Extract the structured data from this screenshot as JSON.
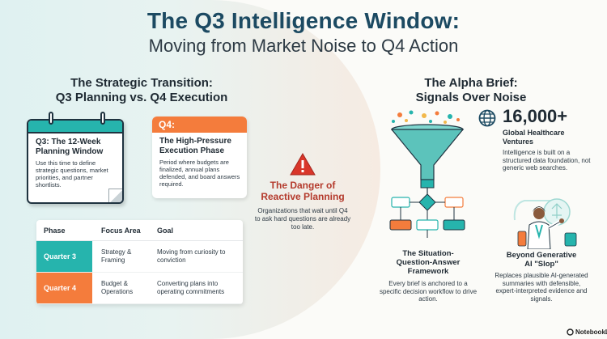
{
  "header": {
    "title": "The Q3 Intelligence Window:",
    "subtitle": "Moving from Market Noise to Q4 Action"
  },
  "left_section": {
    "heading_line1": "The Strategic Transition:",
    "heading_line2": "Q3 Planning vs. Q4 Execution",
    "q3_card": {
      "title_line1": "Q3: The 12-Week",
      "title_line2": "Planning Window",
      "text": "Use this time to define strategic questions, market priorities, and partner shortlists."
    },
    "q4_card": {
      "label": "Q4:",
      "title_line1": "The High-Pressure",
      "title_line2": "Execution Phase",
      "text": "Period where budgets are finalized, annual plans defended, and board answers required."
    },
    "danger": {
      "title_line1": "The Danger of",
      "title_line2": "Reactive Planning",
      "text": "Organizations that wait until Q4 to ask hard questions are already too late."
    },
    "table": {
      "headers": [
        "Phase",
        "Focus Area",
        "Goal"
      ],
      "rows": [
        {
          "phase": "Quarter 3",
          "focus": "Strategy & Framing",
          "goal": "Moving from curiosity to conviction"
        },
        {
          "phase": "Quarter 4",
          "focus": "Budget & Operations",
          "goal": "Converting plans into operating commitments"
        }
      ]
    }
  },
  "right_section": {
    "heading_line1": "The Alpha Brief:",
    "heading_line2": "Signals Over Noise",
    "stat": {
      "number": "16,000+",
      "label_line1": "Global Healthcare",
      "label_line2": "Ventures",
      "text": "Intelligence is built on a structured data foundation, not generic web searches."
    },
    "framework": {
      "title_line1": "The Situation-",
      "title_line2": "Question-Answer",
      "title_line3": "Framework",
      "text": "Every brief is anchored to a specific decision workflow to drive action."
    },
    "beyond": {
      "title_line1": "Beyond Generative",
      "title_line2": "AI \"Slop\"",
      "text": "Replaces plausible AI-generated summaries with defensible, expert-interpreted evidence and signals."
    }
  },
  "footer": {
    "brand": "NotebookLM"
  },
  "colors": {
    "teal": "#26b4ad",
    "orange": "#f47c3c",
    "navy": "#1c4a62",
    "danger": "#b43a2c"
  }
}
